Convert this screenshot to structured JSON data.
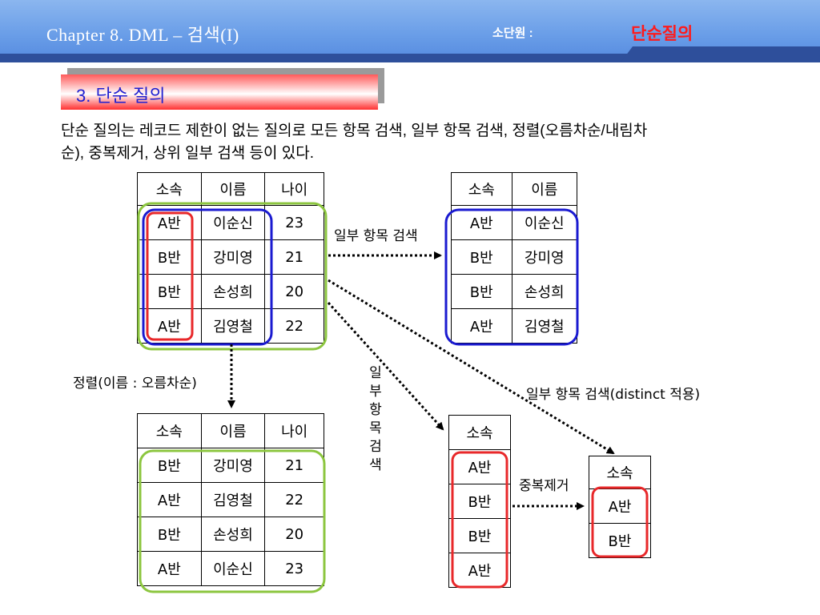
{
  "header": {
    "title": "Chapter 8. DML – 검색(I)",
    "subunit_label": "소단원 :",
    "topic": "단순질의"
  },
  "section": {
    "title": "3. 단순 질의"
  },
  "description": "단순 질의는 레코드 제한이 없는 질의로 모든 항목 검색, 일부 항목 검색, 정렬(오름차순/내림차순), 중복제거, 상위 일부 검색 등이 있다.",
  "tables": {
    "source": {
      "headers": [
        "소속",
        "이름",
        "나이"
      ],
      "rows": [
        [
          "A반",
          "이순신",
          "23"
        ],
        [
          "B반",
          "강미영",
          "21"
        ],
        [
          "B반",
          "손성희",
          "20"
        ],
        [
          "A반",
          "김영철",
          "22"
        ]
      ]
    },
    "projection": {
      "headers": [
        "소속",
        "이름"
      ],
      "rows": [
        [
          "A반",
          "이순신"
        ],
        [
          "B반",
          "강미영"
        ],
        [
          "B반",
          "손성희"
        ],
        [
          "A반",
          "김영철"
        ]
      ]
    },
    "sorted": {
      "headers": [
        "소속",
        "이름",
        "나이"
      ],
      "rows": [
        [
          "B반",
          "강미영",
          "21"
        ],
        [
          "A반",
          "김영철",
          "22"
        ],
        [
          "B반",
          "손성희",
          "20"
        ],
        [
          "A반",
          "이순신",
          "23"
        ]
      ]
    },
    "single_column": {
      "headers": [
        "소속"
      ],
      "rows": [
        [
          "A반"
        ],
        [
          "B반"
        ],
        [
          "B반"
        ],
        [
          "A반"
        ]
      ]
    },
    "distinct": {
      "headers": [
        "소속"
      ],
      "rows": [
        [
          "A반"
        ],
        [
          "B반"
        ]
      ]
    }
  },
  "labels": {
    "partial_search": "일부 항목 검색",
    "sort": "정렬(이름 : 오름차순)",
    "partial_search_vertical": "일부항목검색",
    "partial_search_distinct": "일부 항목 검색(distinct 적용)",
    "dedup": "중복제거"
  },
  "colors": {
    "header_blue": "#6a9ee8",
    "topic_red": "#ff1a1a",
    "section_title_blue": "#2020d0",
    "highlight_red": "#e8282a",
    "highlight_blue": "#1a1ad0",
    "highlight_green": "#8cc63f"
  }
}
